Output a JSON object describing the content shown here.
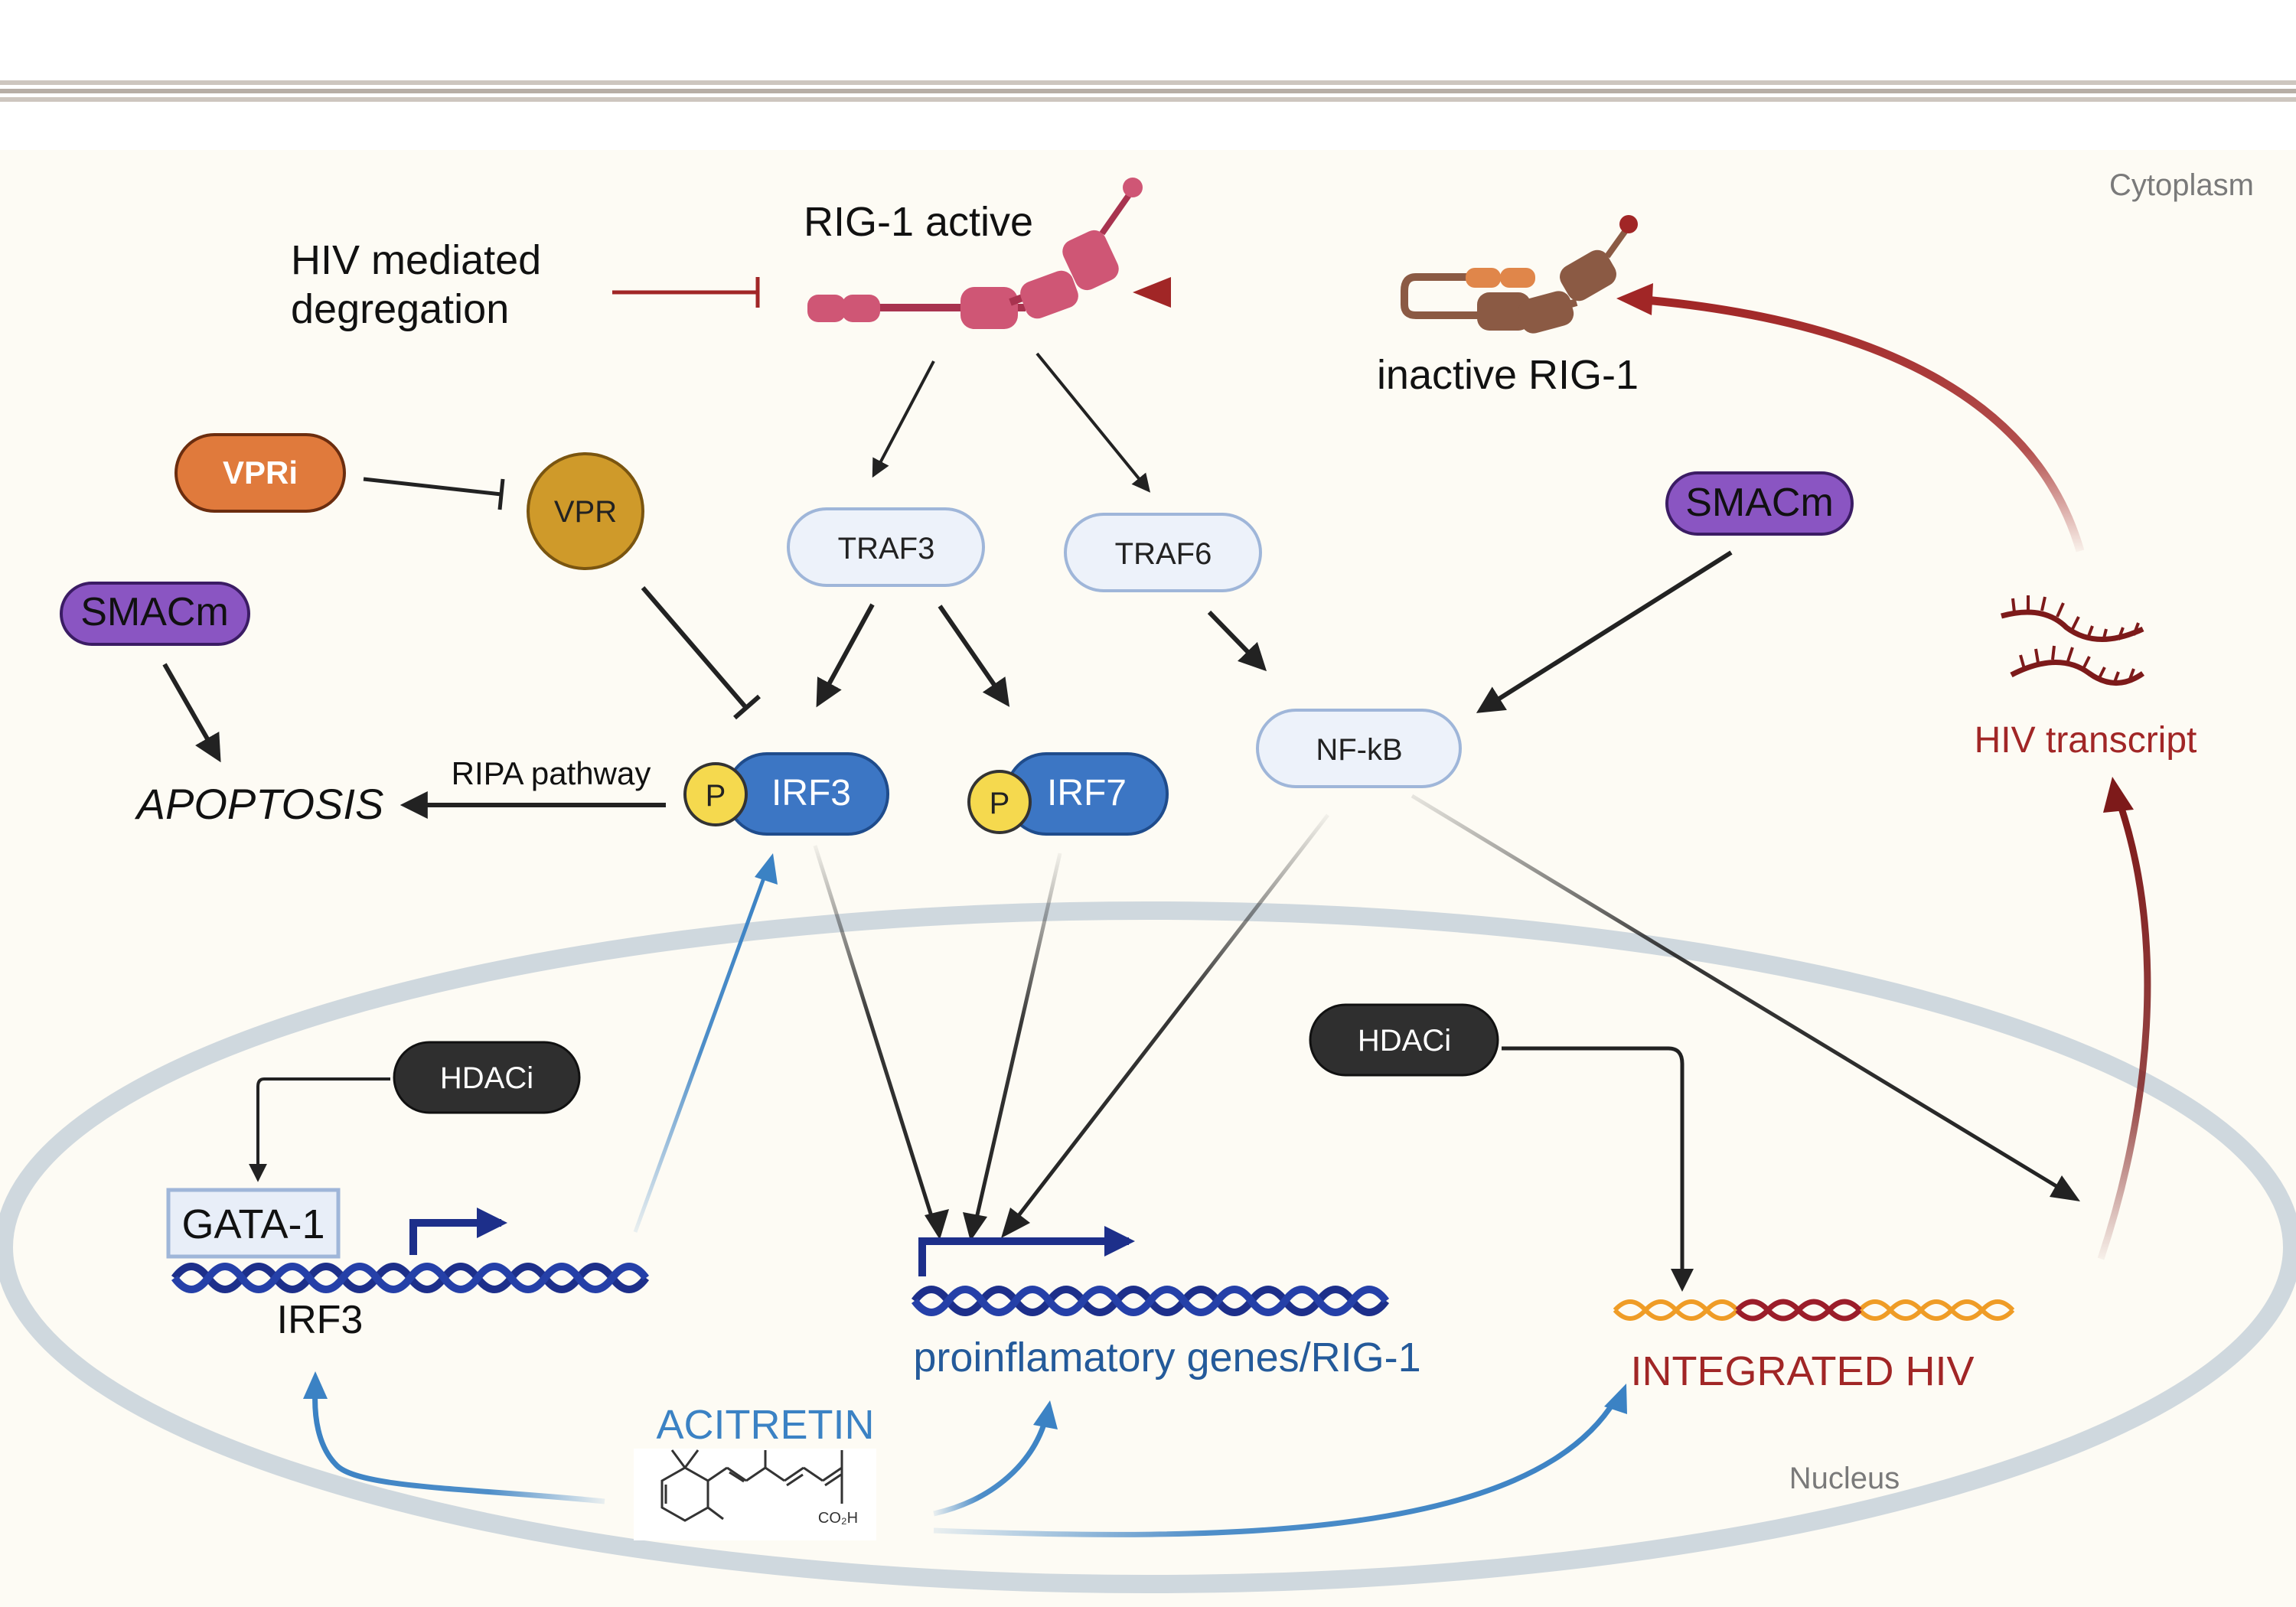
{
  "compartments": {
    "cytoplasm": "Cytoplasm",
    "nucleus": "Nucleus"
  },
  "nodes": {
    "rig1_active": "RIG-1 active",
    "hiv_mediated_degradation_line1": "HIV mediated",
    "hiv_mediated_degradation_line2": "degregation",
    "inactive_rig1": "inactive RIG-1",
    "vpri": "VPRi",
    "vpr": "VPR",
    "smacm_left": "SMACm",
    "smacm_right": "SMACm",
    "traf3": "TRAF3",
    "traf6": "TRAF6",
    "nfkb": "NF-kB",
    "irf3": "IRF3",
    "irf7": "IRF7",
    "phospho": "P",
    "apoptosis": "APOPTOSIS",
    "ripa_pathway": "RIPA pathway",
    "hiv_transcript": "HIV transcript",
    "hdaci_left": "HDACi",
    "hdaci_right": "HDACi",
    "gata1": "GATA-1",
    "irf3_gene": "IRF3",
    "proinflammatory_genes": "proinflamatory genes/RIG-1",
    "integrated_hiv": "INTEGRATED HIV",
    "acitretin": "ACITRETIN",
    "co2h": "CO₂H"
  },
  "colors": {
    "background": "#fdfbf4",
    "membrane": "#cdc6bf",
    "nucleus_envelope": "#cfd8de",
    "rig1_active": "#cf5675",
    "inactive_rig1": "#8b5a44",
    "inactive_rig1_accent": "#e0864a",
    "inhibit_red": "#a12626",
    "dark_red": "#7d1a1a",
    "vpri_fill": "#e07a3c",
    "vpr_fill": "#cf9a2a",
    "smacm_fill": "#8a55c2",
    "traf_fill": "#edf2fa",
    "traf_stroke": "#9fb6d9",
    "irf_fill": "#3c76c4",
    "irf_stroke": "#1f4c8c",
    "phospho_fill": "#f5d94e",
    "hdaci_fill": "#2f2f2f",
    "gata_fill": "#e8eef8",
    "dna_blue": "#1d2f8a",
    "gene_text_blue": "#245a9a",
    "acitretin_blue": "#3b82c4",
    "hiv_orange": "#ef9c26",
    "hiv_red": "#9b1d2a"
  }
}
